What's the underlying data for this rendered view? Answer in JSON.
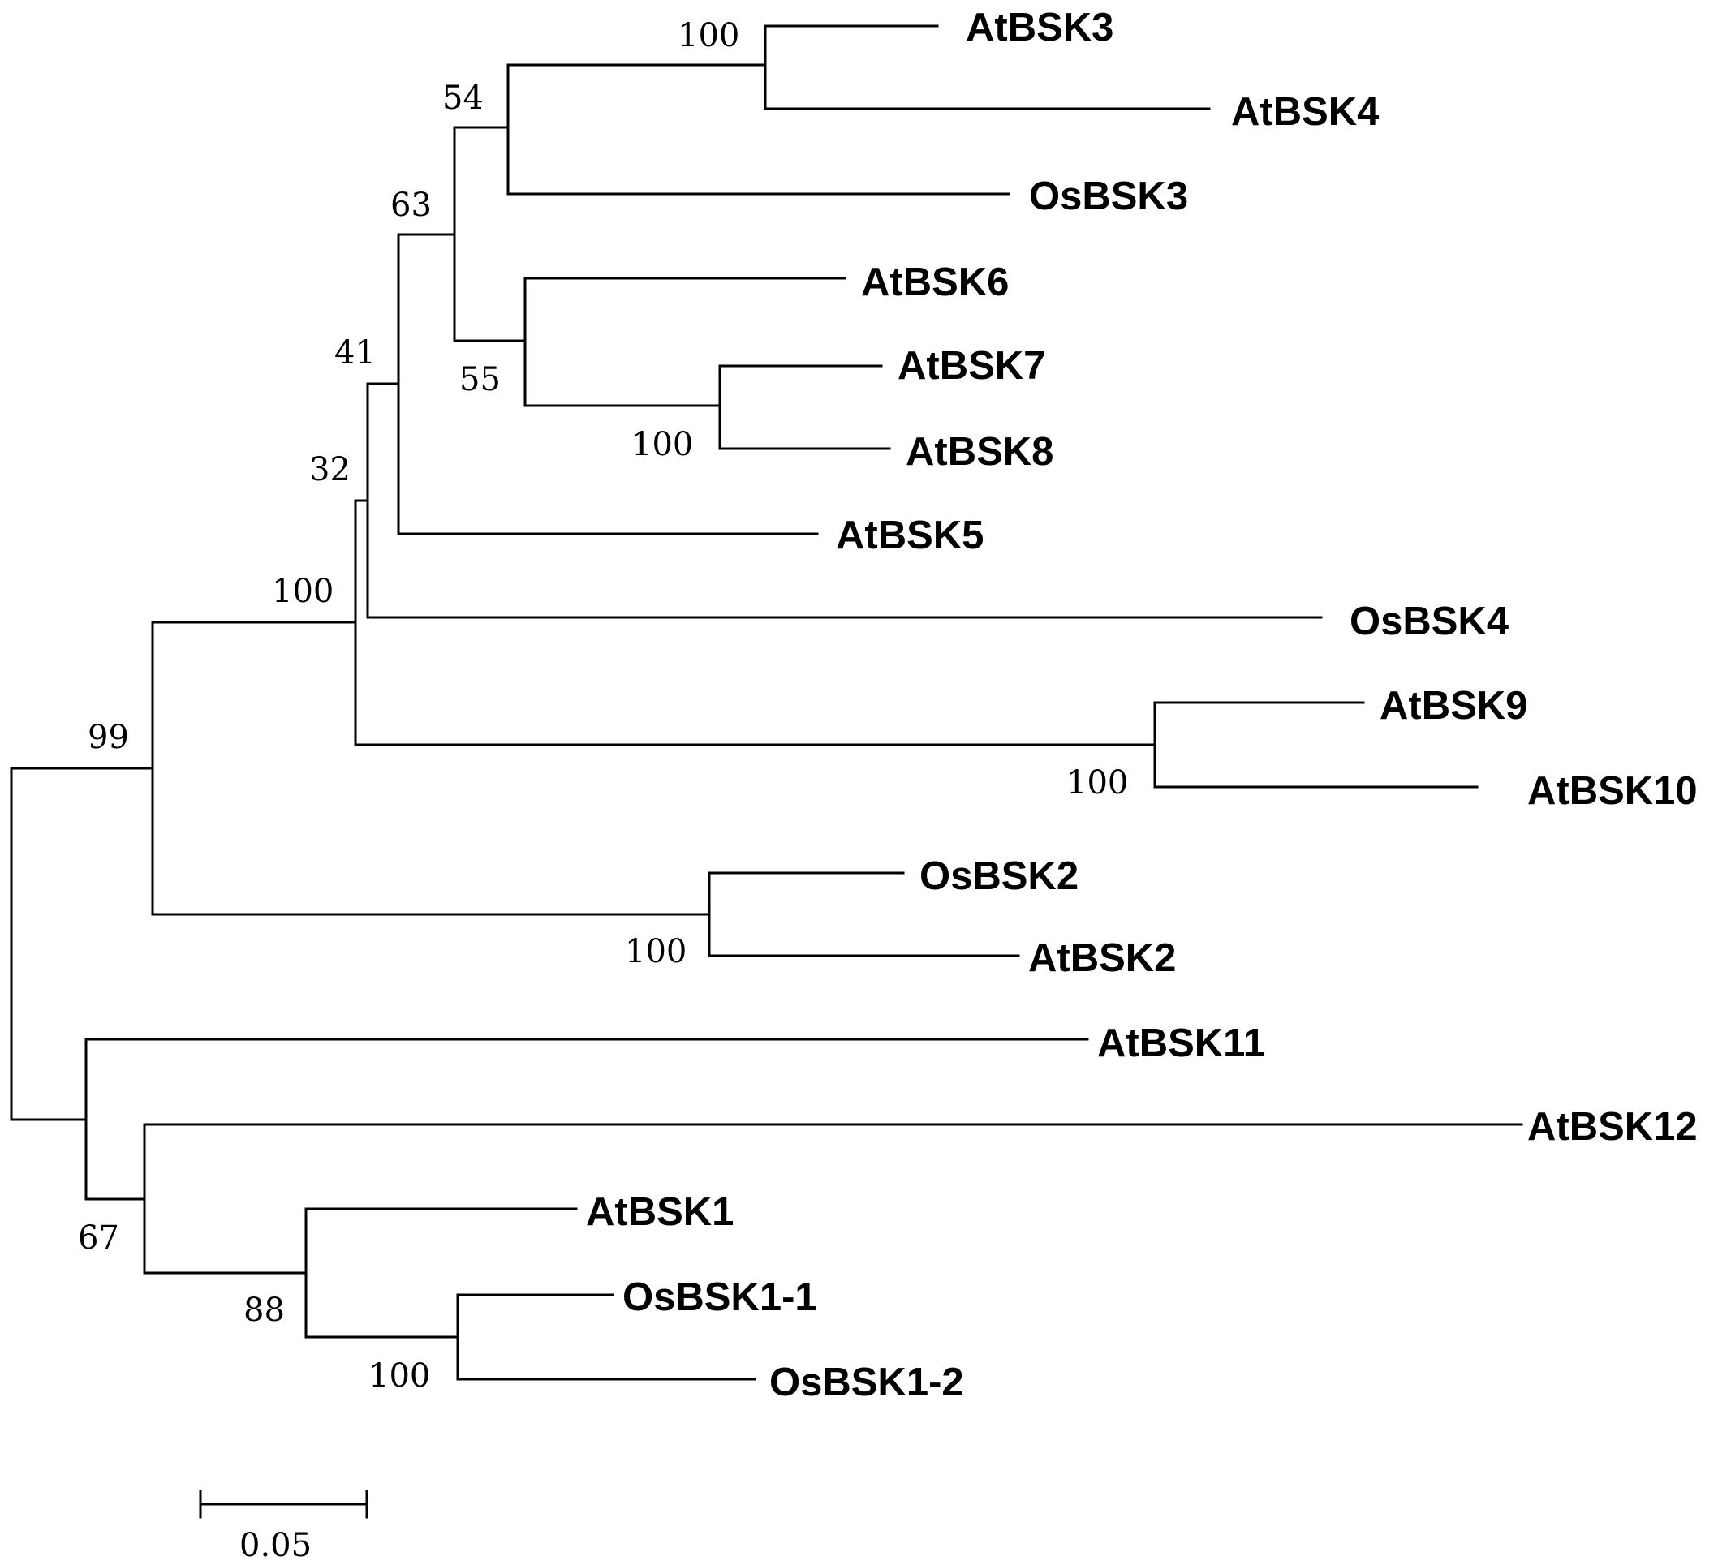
{
  "taxa": [
    "AtBSK3",
    "AtBSK4",
    "OsBSK3",
    "AtBSK6",
    "AtBSK7",
    "AtBSK8",
    "AtBSK5",
    "OsBSK4",
    "AtBSK9",
    "AtBSK10",
    "OsBSK2",
    "AtBSK2",
    "AtBSK11",
    "AtBSK12",
    "AtBSK1",
    "OsBSK1-1",
    "OsBSK1-2"
  ],
  "bootstrap": {
    "AtBSK3_AtBSK4": "100",
    "clade_54": "54",
    "AtBSK7_AtBSK8": "100",
    "clade_55": "55",
    "clade_63": "63",
    "clade_41": "41",
    "clade_32": "32",
    "AtBSK9_AtBSK10": "100",
    "clade_100_main": "100",
    "OsBSK2_AtBSK2": "100",
    "clade_99": "99",
    "OsBSK1_1_OsBSK1_2": "100",
    "clade_88": "88",
    "clade_67": "67"
  },
  "scale_bar": {
    "value": 0.05,
    "label": "0.05"
  },
  "colors": {
    "line": "#000000",
    "text": "#000000",
    "background": "#ffffff"
  }
}
